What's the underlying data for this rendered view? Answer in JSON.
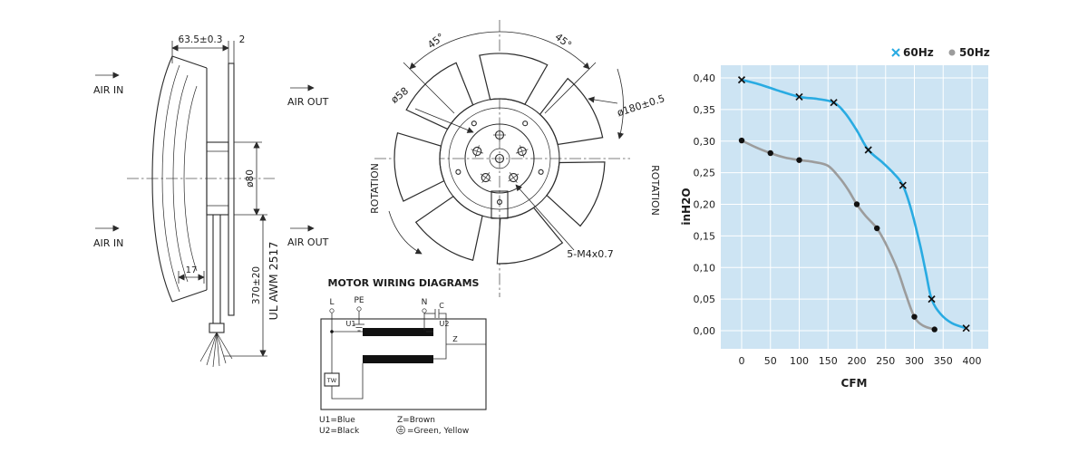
{
  "side_view": {
    "air_in_top": "AIR IN",
    "air_in_bottom": "AIR IN",
    "air_out_top": "AIR OUT",
    "air_out_bottom": "AIR OUT",
    "dim_depth": "63.5±0.3",
    "dim_plate": "2",
    "dim_motor": "ø80",
    "dim_hub": "17",
    "dim_cable": "370±20",
    "cable_marking": "UL AWM 2517"
  },
  "front_view": {
    "angle_left": "45°",
    "angle_right": "45°",
    "dim_hub": "ø58",
    "dim_outer": "ø180±0.5",
    "rotation_left": "ROTATION",
    "rotation_right": "ROTATION",
    "bolt_spec": "5-M4x0.7"
  },
  "wiring": {
    "title": "MOTOR WIRING DIAGRAMS",
    "terminal_l": "L",
    "terminal_pe": "PE",
    "terminal_n": "N",
    "label_u1": "U1",
    "label_u2": "U2",
    "label_z": "Z",
    "label_c": "C",
    "label_tw": "TW",
    "legend_u1": "U1=Blue",
    "legend_u2": "U2=Black",
    "legend_z": "Z=Brown",
    "legend_ground": "=Green, Yellow"
  },
  "chart_data": {
    "type": "line",
    "title": "",
    "xlabel": "CFM",
    "ylabel": "inH2O",
    "xlim": [
      0,
      400
    ],
    "ylim": [
      0,
      0.4
    ],
    "x_ticks": [
      0,
      50,
      100,
      150,
      200,
      250,
      300,
      350,
      400
    ],
    "y_ticks": [
      0,
      0.05,
      0.1,
      0.15,
      0.2,
      0.25,
      0.3,
      0.35,
      0.4
    ],
    "y_tick_labels": [
      "0,00",
      "0,05",
      "0,10",
      "0,15",
      "0,20",
      "0,25",
      "0,30",
      "0,35",
      "0,40"
    ],
    "grid": true,
    "legend_position": "top-right",
    "plot_bg": "#cde4f3",
    "series": [
      {
        "name": "60Hz",
        "color": "#29abe2",
        "marker": "x",
        "marker_color": "#111111",
        "points": [
          [
            0,
            0.397
          ],
          [
            30,
            0.39
          ],
          [
            60,
            0.381
          ],
          [
            100,
            0.37
          ],
          [
            130,
            0.367
          ],
          [
            160,
            0.361
          ],
          [
            180,
            0.344
          ],
          [
            200,
            0.317
          ],
          [
            220,
            0.286
          ],
          [
            245,
            0.266
          ],
          [
            265,
            0.248
          ],
          [
            280,
            0.23
          ],
          [
            295,
            0.19
          ],
          [
            310,
            0.135
          ],
          [
            320,
            0.092
          ],
          [
            330,
            0.05
          ],
          [
            345,
            0.027
          ],
          [
            365,
            0.012
          ],
          [
            390,
            0.004
          ]
        ],
        "marker_points": [
          [
            0,
            0.397
          ],
          [
            100,
            0.37
          ],
          [
            160,
            0.361
          ],
          [
            220,
            0.286
          ],
          [
            280,
            0.23
          ],
          [
            330,
            0.05
          ],
          [
            390,
            0.004
          ]
        ]
      },
      {
        "name": "50Hz",
        "color": "#9c9c9c",
        "marker": "circle",
        "marker_color": "#111111",
        "points": [
          [
            0,
            0.301
          ],
          [
            25,
            0.29
          ],
          [
            50,
            0.281
          ],
          [
            75,
            0.274
          ],
          [
            100,
            0.27
          ],
          [
            125,
            0.267
          ],
          [
            150,
            0.261
          ],
          [
            170,
            0.242
          ],
          [
            185,
            0.223
          ],
          [
            200,
            0.2
          ],
          [
            215,
            0.182
          ],
          [
            235,
            0.162
          ],
          [
            250,
            0.138
          ],
          [
            270,
            0.098
          ],
          [
            285,
            0.058
          ],
          [
            300,
            0.022
          ],
          [
            315,
            0.008
          ],
          [
            335,
            0.002
          ]
        ],
        "marker_points": [
          [
            0,
            0.301
          ],
          [
            50,
            0.281
          ],
          [
            100,
            0.27
          ],
          [
            200,
            0.2
          ],
          [
            235,
            0.162
          ],
          [
            300,
            0.022
          ],
          [
            335,
            0.002
          ]
        ]
      }
    ]
  },
  "colors": {
    "accent_blue": "#29abe2",
    "series_gray": "#9c9c9c",
    "line_dark": "#2b2b2b",
    "chart_bg": "#cde4f3"
  }
}
